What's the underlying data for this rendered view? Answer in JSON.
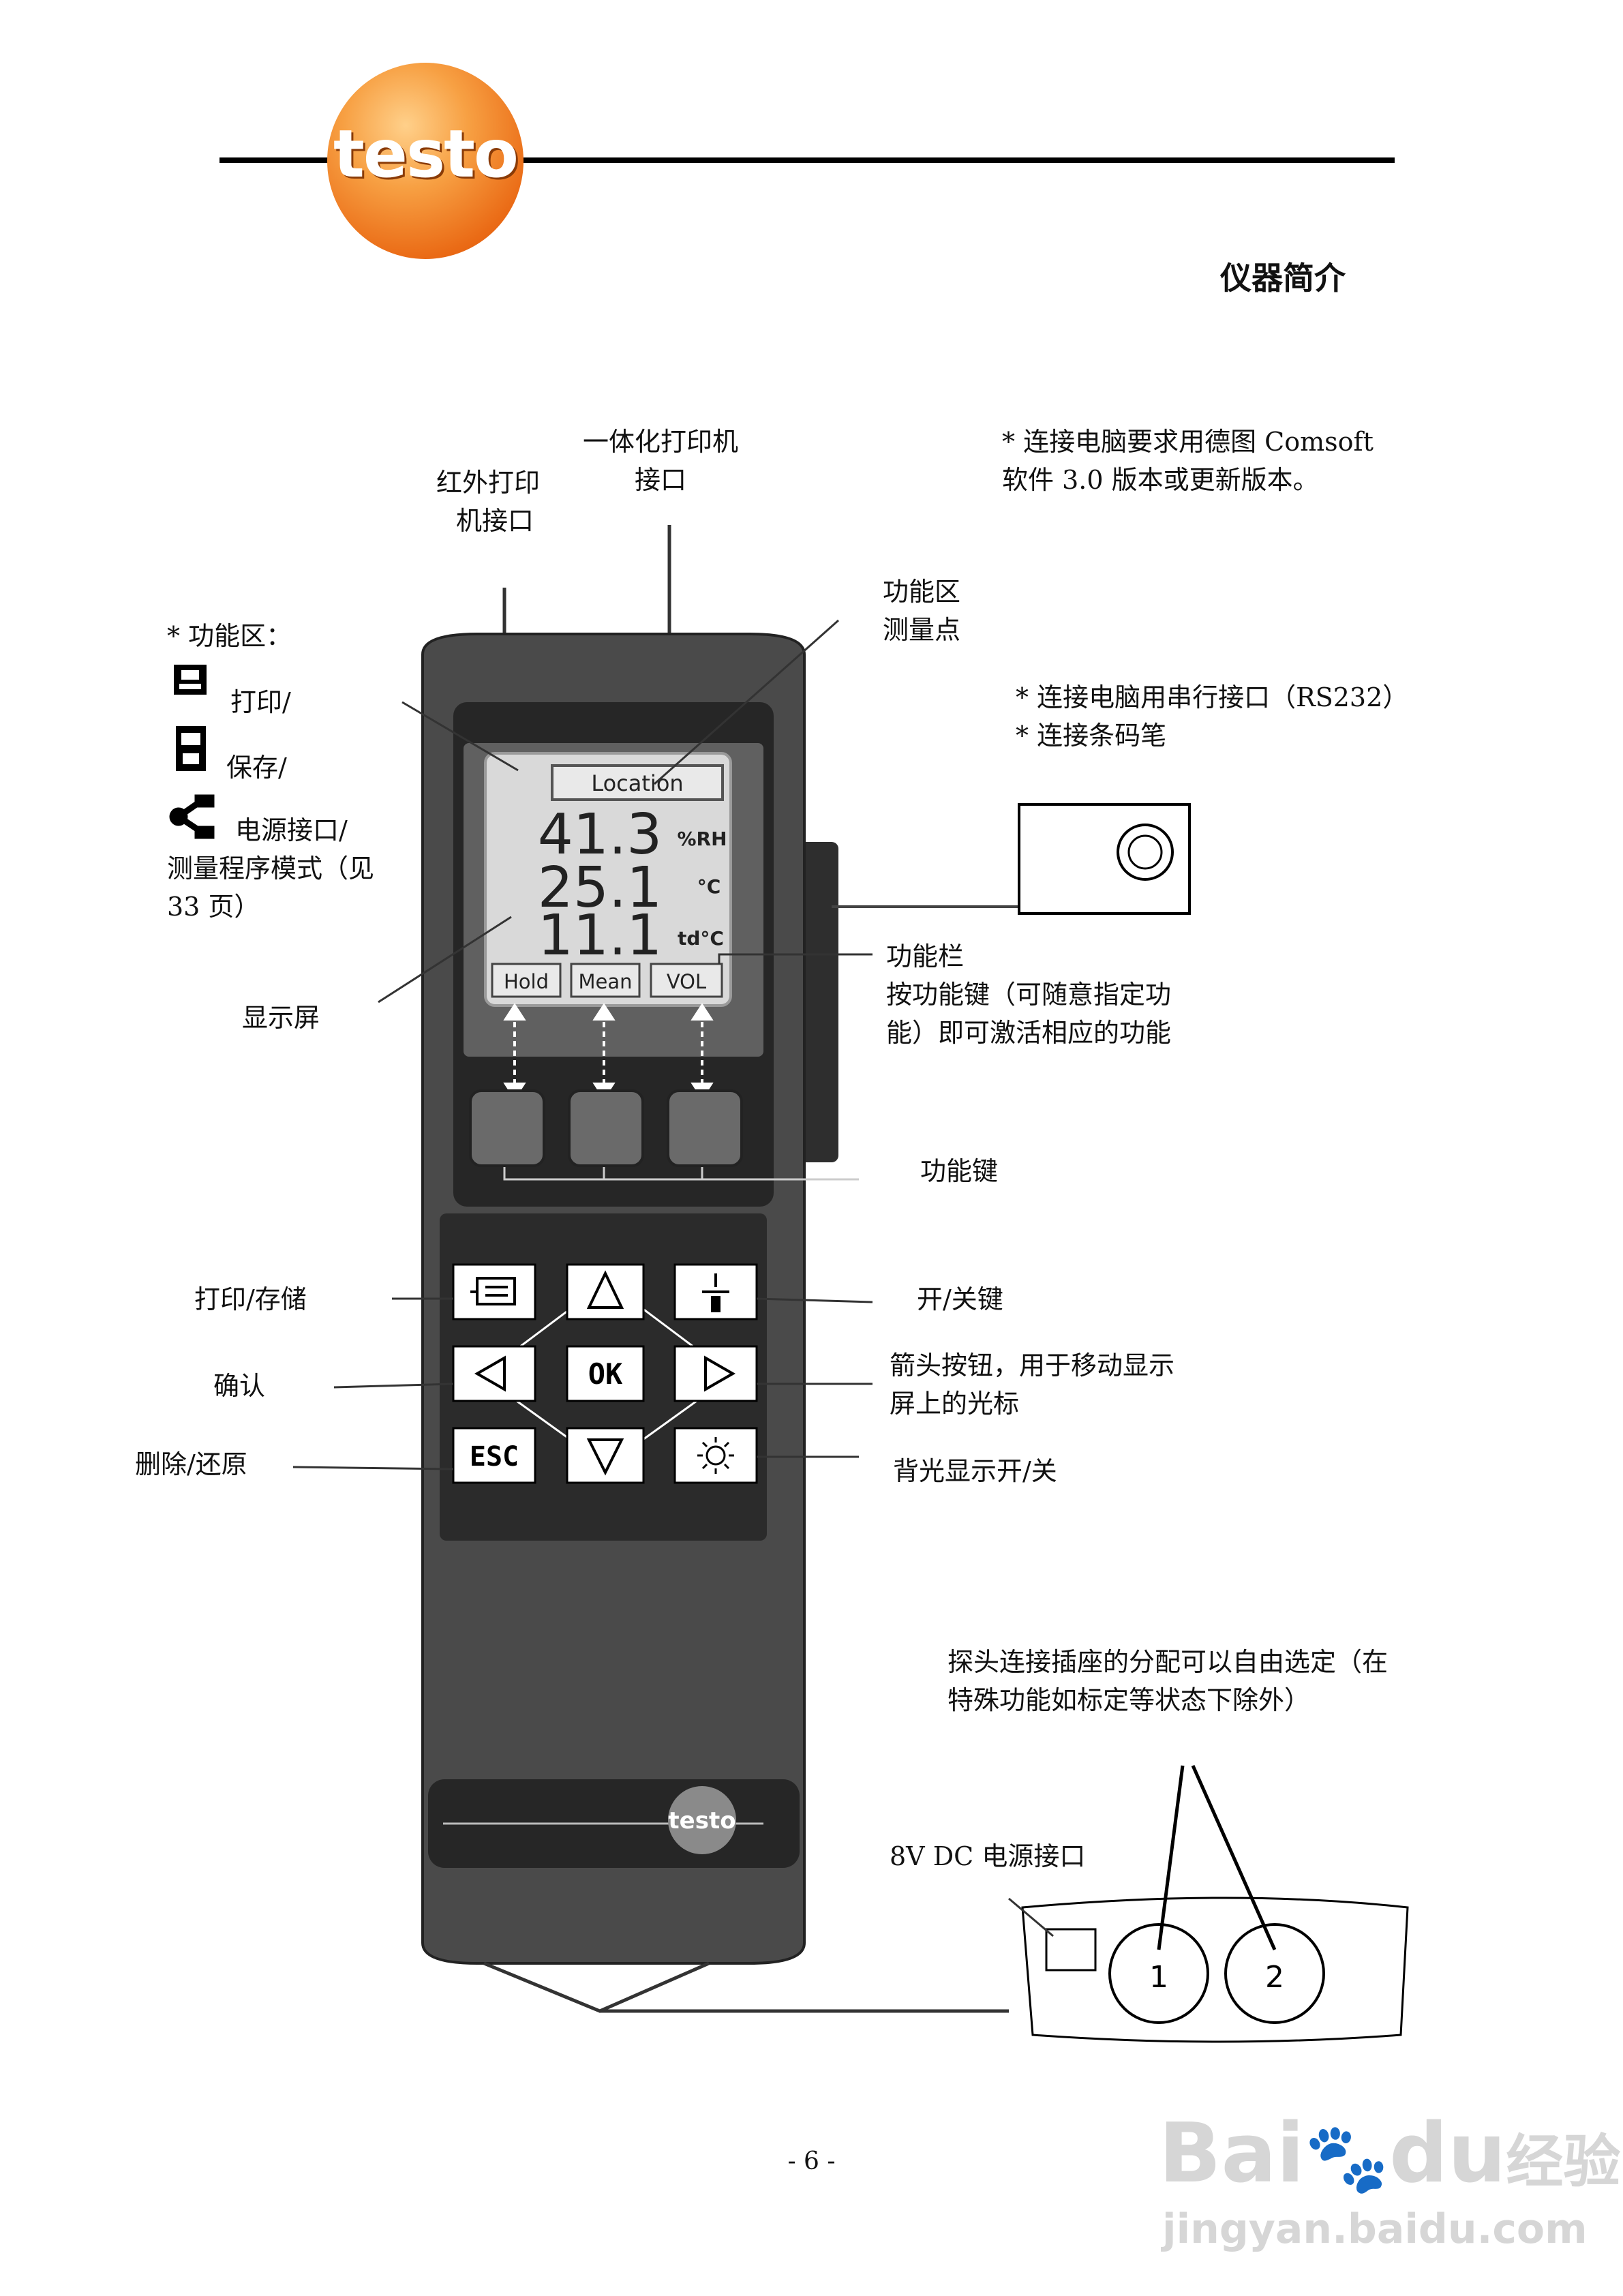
{
  "header": {
    "logo_text": "testo",
    "section_title": "仪器简介"
  },
  "callouts": {
    "ir_printer": [
      "红外打印",
      "机接口"
    ],
    "integrated_printer": [
      "一体化打印机",
      "接口"
    ],
    "pc_note": [
      "* 连接电脑要求用德图 Comsoft",
      "软件 3.0 版本或更新版本。"
    ],
    "func_area_point": [
      "功能区",
      "测量点"
    ],
    "serial_note": [
      "* 连接电脑用串行接口（RS232）",
      "* 连接条码笔"
    ],
    "func_area_title": "* 功能区：",
    "func_print": "打印/",
    "func_save": "保存/",
    "func_power": [
      "电源接口/",
      "测量程序模式（见",
      "33 页）"
    ],
    "display": "显示屏",
    "function_bar": [
      "功能栏",
      "按功能键（可随意指定功",
      "能）即可激活相应的功能"
    ],
    "function_keys": "功能键",
    "print_store": "打印/存储",
    "confirm": "确认",
    "delete_undo": "删除/还原",
    "on_off": "开/关键",
    "arrow_keys": [
      "箭头按钮，用于移动显示",
      "屏上的光标"
    ],
    "backlight": "背光显示开/关",
    "probe_sockets": [
      "探头连接插座的分配可以自由选定（在",
      "特殊功能如标定等状态下除外）"
    ],
    "dc_socket": "8V DC 电源接口"
  },
  "lcd": {
    "location": "Location",
    "readings": [
      {
        "value": "41.3",
        "unit": "%RH"
      },
      {
        "value": "25.1",
        "unit": "°C"
      },
      {
        "value": "11.1",
        "unit": "td°C"
      }
    ],
    "softkeys": [
      "Hold",
      "Mean",
      "VOL"
    ]
  },
  "keypad": {
    "ok": "OK",
    "esc": "ESC"
  },
  "device": {
    "brand": "testo"
  },
  "sockets": [
    "1",
    "2"
  ],
  "footer": {
    "page": "- 6 -"
  },
  "watermark": {
    "brand": "Bai",
    "brand_tail": "du",
    "product": "经验",
    "url": "jingyan.baidu.com"
  },
  "colors": {
    "logo_orange": "#ea6a15",
    "device_body": "#4a4a4a",
    "lcd_bg": "#d9d9d9"
  }
}
